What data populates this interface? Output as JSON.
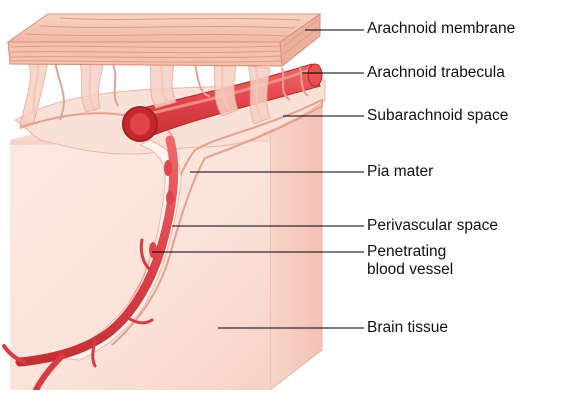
{
  "labels": {
    "arachnoid_membrane": "Arachnoid membrane",
    "arachnoid_trabecula": "Arachnoid trabecula",
    "subarachnoid_space": "Subarachnoid space",
    "pia_mater": "Pia mater",
    "perivascular_space": "Perivascular space",
    "penetrating_vessel_line1": "Penetrating",
    "penetrating_vessel_line2": "blood vessel",
    "brain_tissue": "Brain tissue"
  },
  "colors": {
    "membrane": "#f2c2ae",
    "membrane_edge": "#d88e78",
    "tissue": "#fbe4dc",
    "tissue_side": "#f4c8bc",
    "vessel": "#e0444a",
    "vessel_dark": "#b8262e",
    "leader": "#000000"
  }
}
